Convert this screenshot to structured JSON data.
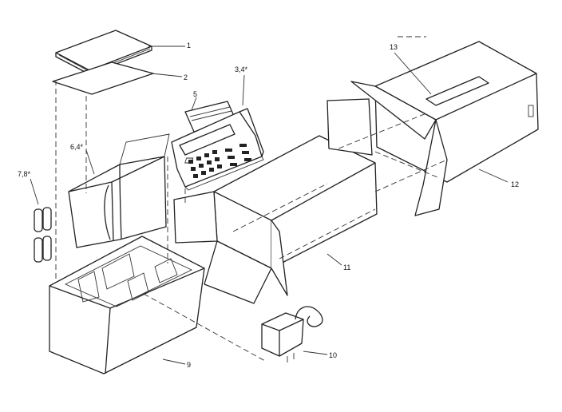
{
  "figure": {
    "type": "exploded-parts-diagram",
    "callouts": [
      {
        "id": "c1",
        "text": "1"
      },
      {
        "id": "c2",
        "text": "2"
      },
      {
        "id": "c34",
        "text": "3,4*"
      },
      {
        "id": "c5",
        "text": "5"
      },
      {
        "id": "c64",
        "text": "6,4*"
      },
      {
        "id": "c78",
        "text": "7,8*"
      },
      {
        "id": "c9",
        "text": "9"
      },
      {
        "id": "c10",
        "text": "10"
      },
      {
        "id": "c11",
        "text": "11"
      },
      {
        "id": "c12",
        "text": "12"
      },
      {
        "id": "c13",
        "text": "13"
      }
    ]
  }
}
